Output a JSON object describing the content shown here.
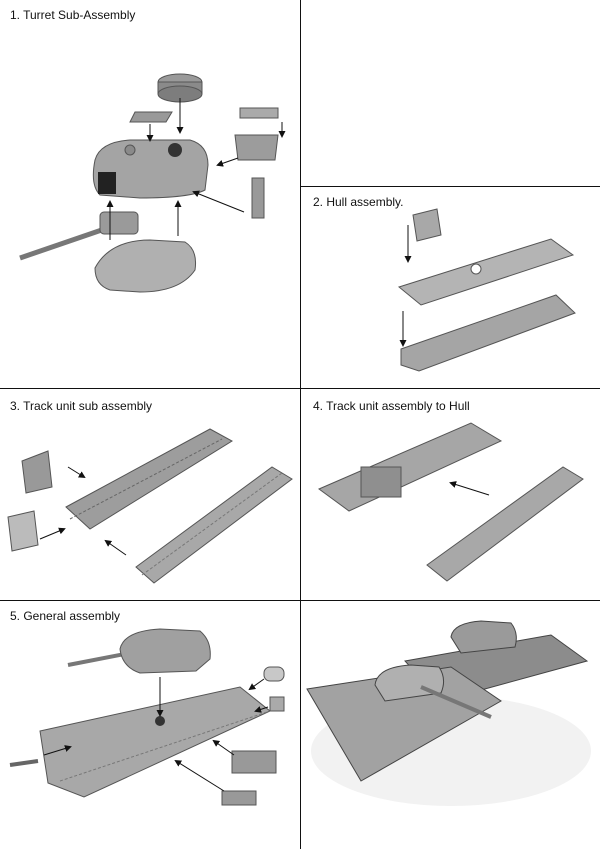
{
  "panels": [
    {
      "step": "1. Turret Sub-Assembly"
    },
    {
      "step": "2. Hull assembly."
    },
    {
      "step": "3. Track unit sub assembly"
    },
    {
      "step": "4. Track unit assembly to Hull"
    },
    {
      "step": "5. General assembly"
    }
  ]
}
